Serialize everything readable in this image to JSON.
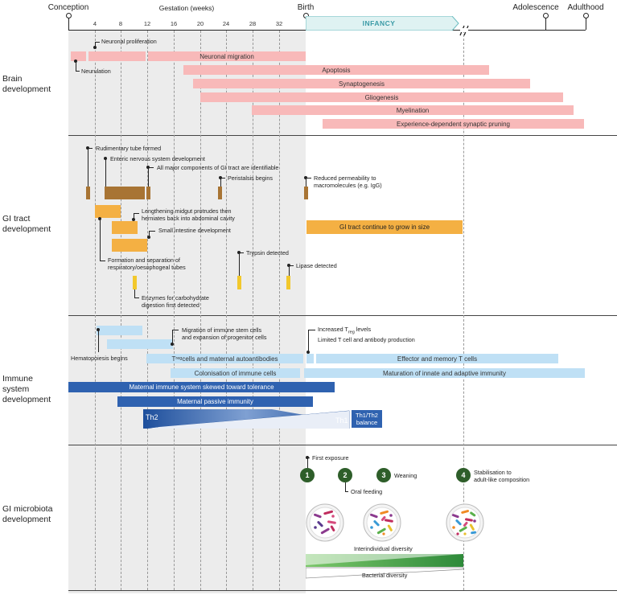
{
  "timeline": {
    "conception": "Conception",
    "gestation": "Gestation (weeks)",
    "birth": "Birth",
    "infancy": "INFANCY",
    "adolescence": "Adolescence",
    "adulthood": "Adulthood",
    "weeks": [
      "4",
      "8",
      "12",
      "16",
      "20",
      "24",
      "28",
      "32"
    ]
  },
  "sections": {
    "brain": "Brain\ndevelopment",
    "gi": "GI tract\ndevelopment",
    "immune": "Immune\nsystem\ndevelopment",
    "microbiota": "GI microbiota\ndevelopment"
  },
  "brain": {
    "neuronal_proliferation": "Neuronal proliferation",
    "neurulation": "Neurulation",
    "neuronal_migration": "Neuronal migration",
    "apoptosis": "Apoptosis",
    "synaptogenesis": "Synaptogenesis",
    "gliogenesis": "Gliogenesis",
    "myelination": "Myelination",
    "pruning": "Experience-dependent synaptic pruning"
  },
  "gi": {
    "rudimentary": "Rudimentary tube formed",
    "enteric": "Enteric nervous system development",
    "components": "All major components of GI tract are identifiable",
    "peristalsis": "Peristalsis begins",
    "permeability_1": "Reduced permeability to",
    "permeability_2": "macromolecules (e.g. IgG)",
    "midgut_1": "Lengthening midgut protrudes then",
    "midgut_2": "herniates back into abdominal cavity",
    "small_intestine": "Small intestine development",
    "grow": "GI tract continue to grow in size",
    "formation_1": "Formation and separation of",
    "formation_2": "respiratory/oesophogeal tubes",
    "trypsin": "Trypsin detected",
    "lipase": "Lipase detected",
    "enzymes_1": "Enzymes for carbohydrate",
    "enzymes_2": "digestion first detected"
  },
  "immune": {
    "migration_1": "Migration of immune stem cells",
    "migration_2": "and expansion of progenitor cells",
    "treg_levels_pre": "Increased T",
    "treg_levels_sub": "reg",
    "treg_levels_post": " levels",
    "limited": "Limited T cell and antibody production",
    "hematopoiesis": "Hematopoiesis begins",
    "treg_cells_pre": "T",
    "treg_cells_sub": "reg",
    "treg_cells_post": " cells and maternal autoantibodies",
    "effector": "Effector and memory T cells",
    "colonisation": "Colonisation of immune cells",
    "maturation": "Maturation of innate and adaptive immunity",
    "maternal_tolerance": "Maternal immune system skewed toward tolerance",
    "maternal_passive": "Maternal passive immunity",
    "th2": "Th2",
    "th1": "Th1",
    "balance_1": "Th1/Th2",
    "balance_2": "balance"
  },
  "microbiota": {
    "steps": [
      {
        "num": "1",
        "label": "First exposure"
      },
      {
        "num": "2",
        "label": "Oral feeding"
      },
      {
        "num": "3",
        "label": "Weaning"
      },
      {
        "num": "4",
        "label_1": "Stabilisation to",
        "label_2": "adult-like composition"
      }
    ],
    "interindividual": "Interindividual diversity",
    "bacterial": "Bacterial diversity"
  },
  "colors": {
    "pink": "#f8b9b9",
    "light_blue": "#bfe0f5",
    "dark_blue": "#2f62b0",
    "brown": "#a87434",
    "orange": "#f4b043",
    "yellow": "#f2c82c",
    "green": "#2e5e2a",
    "infancy_fill": "#dff2f2"
  }
}
